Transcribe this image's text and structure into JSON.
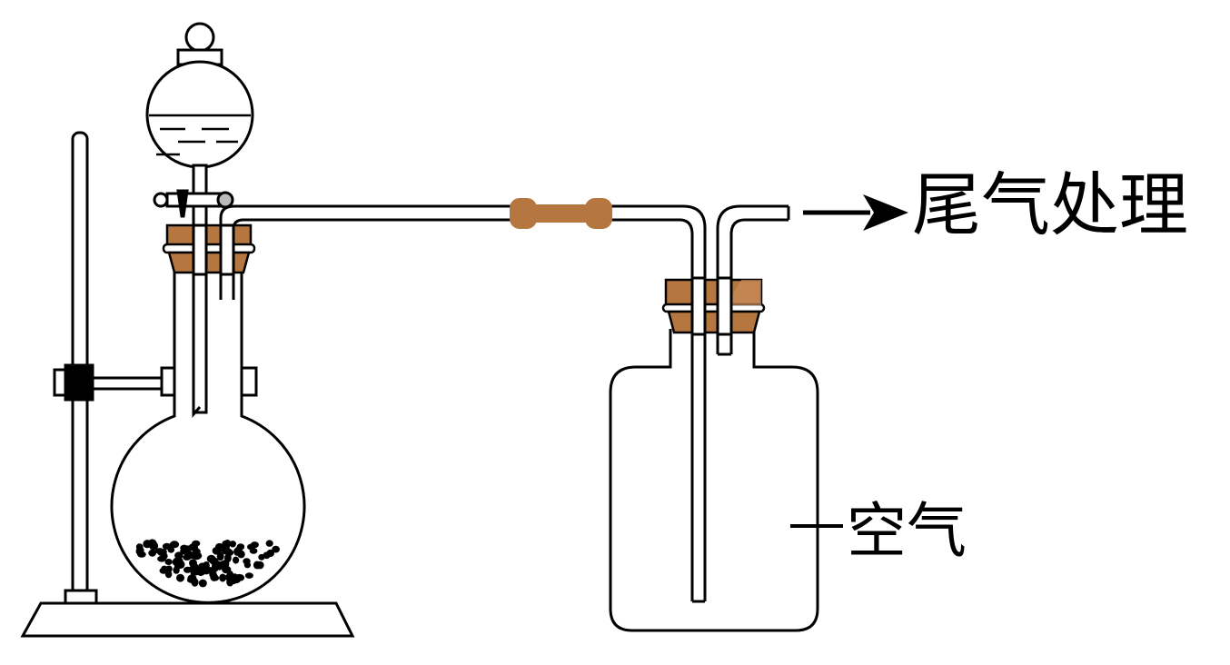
{
  "labels": {
    "tail_gas": "尾气处理",
    "air": "空气"
  },
  "colors": {
    "rubber": "#b5773f",
    "rubber_dark": "#9a6233",
    "glass_stroke": "#000000",
    "particles": "#000000",
    "background": "#ffffff"
  },
  "components": [
    "separatory-funnel",
    "stopcock",
    "round-bottom-flask",
    "solid-particles",
    "iron-stand",
    "clamp",
    "delivery-tube",
    "rubber-connector",
    "gas-collection-bottle",
    "outlet-arrow"
  ]
}
